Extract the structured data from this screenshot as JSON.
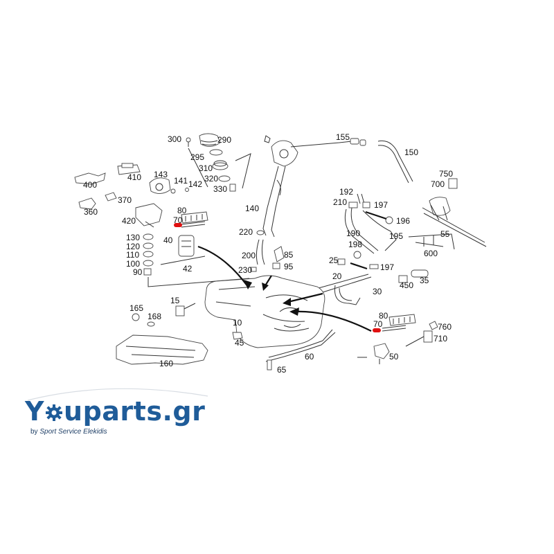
{
  "logo": {
    "brand_prefix": "Y",
    "brand_rest": "uparts.gr",
    "byline_prefix": "by ",
    "byline_company": "Sport Service Elekidis"
  },
  "colors": {
    "brand_blue": "#1f5c99",
    "highlight_red": "#e01010",
    "line": "#333333"
  },
  "callouts": [
    {
      "id": "300",
      "label": "300"
    },
    {
      "id": "290",
      "label": "290"
    },
    {
      "id": "295",
      "label": "295"
    },
    {
      "id": "310",
      "label": "310"
    },
    {
      "id": "320",
      "label": "320"
    },
    {
      "id": "330",
      "label": "330"
    },
    {
      "id": "155",
      "label": "155"
    },
    {
      "id": "150",
      "label": "150"
    },
    {
      "id": "140",
      "label": "140"
    },
    {
      "id": "750",
      "label": "750"
    },
    {
      "id": "700",
      "label": "700"
    },
    {
      "id": "400",
      "label": "400"
    },
    {
      "id": "410",
      "label": "410"
    },
    {
      "id": "143",
      "label": "143"
    },
    {
      "id": "141",
      "label": "141"
    },
    {
      "id": "142",
      "label": "142"
    },
    {
      "id": "370",
      "label": "370"
    },
    {
      "id": "360",
      "label": "360"
    },
    {
      "id": "420",
      "label": "420"
    },
    {
      "id": "80a",
      "label": "80"
    },
    {
      "id": "70a",
      "label": "70"
    },
    {
      "id": "130",
      "label": "130"
    },
    {
      "id": "120",
      "label": "120"
    },
    {
      "id": "110",
      "label": "110"
    },
    {
      "id": "100",
      "label": "100"
    },
    {
      "id": "90",
      "label": "90"
    },
    {
      "id": "40",
      "label": "40"
    },
    {
      "id": "42",
      "label": "42"
    },
    {
      "id": "192",
      "label": "192"
    },
    {
      "id": "210",
      "label": "210"
    },
    {
      "id": "197a",
      "label": "197"
    },
    {
      "id": "196",
      "label": "196"
    },
    {
      "id": "190",
      "label": "190"
    },
    {
      "id": "198",
      "label": "198"
    },
    {
      "id": "195",
      "label": "195"
    },
    {
      "id": "55",
      "label": "55"
    },
    {
      "id": "600",
      "label": "600"
    },
    {
      "id": "220",
      "label": "220"
    },
    {
      "id": "200",
      "label": "200"
    },
    {
      "id": "85",
      "label": "85"
    },
    {
      "id": "230",
      "label": "230"
    },
    {
      "id": "95",
      "label": "95"
    },
    {
      "id": "25",
      "label": "25"
    },
    {
      "id": "197b",
      "label": "197"
    },
    {
      "id": "20",
      "label": "20"
    },
    {
      "id": "35",
      "label": "35"
    },
    {
      "id": "450",
      "label": "450"
    },
    {
      "id": "30",
      "label": "30"
    },
    {
      "id": "165",
      "label": "165"
    },
    {
      "id": "15",
      "label": "15"
    },
    {
      "id": "168",
      "label": "168"
    },
    {
      "id": "10",
      "label": "10"
    },
    {
      "id": "45",
      "label": "45"
    },
    {
      "id": "160",
      "label": "160"
    },
    {
      "id": "60",
      "label": "60"
    },
    {
      "id": "65",
      "label": "65"
    },
    {
      "id": "80b",
      "label": "80"
    },
    {
      "id": "70b",
      "label": "70"
    },
    {
      "id": "760",
      "label": "760"
    },
    {
      "id": "710",
      "label": "710"
    },
    {
      "id": "50",
      "label": "50"
    }
  ]
}
